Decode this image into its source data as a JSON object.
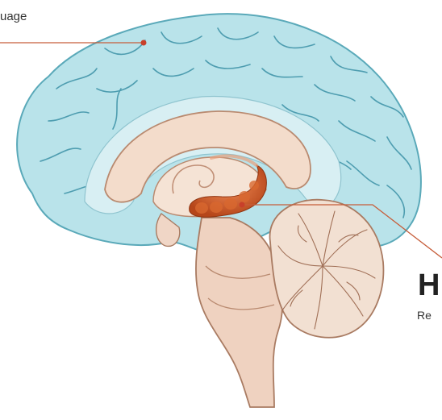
{
  "labels": {
    "top_partial": "uage",
    "right_title_partial": "H",
    "right_subtitle_partial": "Re"
  },
  "colors": {
    "cortex_fill": "#b9e3ea",
    "cortex_stroke": "#5aa9b9",
    "inner_fill": "#f3dccb",
    "inner_stroke": "#b98a70",
    "hippocampus": "#c9501e",
    "leader_line": "#c65d3a",
    "cerebellum_fill": "#f2e0d2"
  },
  "icons": [
    "leader-dot-icon"
  ]
}
